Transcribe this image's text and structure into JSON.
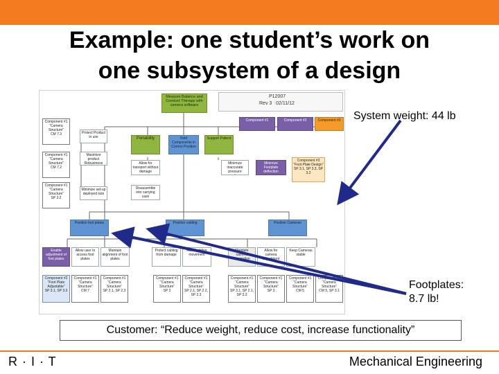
{
  "slide": {
    "title_line1": "Example: one student’s work on",
    "title_line2": "one subsystem of a design",
    "accent_color": "#f47c20"
  },
  "diagram": {
    "header_code": "P12007",
    "revision": "Rev 3",
    "date": "02/11/12",
    "top_need": "Measure Balance and Conduct Therapy with camera software",
    "component_legend": [
      "Component #1",
      "Component #2",
      "Component #3"
    ],
    "functions": {
      "protect_product": "Protect Product in use",
      "maximize_robustness": "Maximize product Robustness",
      "minimize_setup": "Minimize set-up deployed size",
      "portability": "Portability",
      "allow_transport": "Allow for transport without damage",
      "disassemble": "Disassemble into carrying case",
      "hold_components": "Hold Components in Correct Position",
      "support_patient": "Support Patient",
      "minimize_noise": "Minimize inaccurate pressure readings",
      "minimize_footplate": "Minimize Footplate deflection",
      "position_foot_plates": "Position foot plates",
      "position_cabling": "Position cabling",
      "position_cameras": "Position Cameras",
      "enable_adjustment": "Enable adjustment of foot plates",
      "allow_user_access": "Allow user to access foot plates",
      "maintain_alignment": "Maintain alignment of foot plates",
      "protect_cabling": "Protect cabling from damage",
      "allow_cabling_movement": "Allow cabling movement",
      "keep_cameras_stable": "Keep Cameras stable",
      "allow_camera_adjustment": "Allow for camera adjustment",
      "maintain_camera_orientation": "Maintain camera orientation"
    },
    "component_cards": {
      "c1_camera_structure": "Component #1 “Camera Structure”",
      "c2_foot_plate_adjustable": "Component #2 “Foot Plate Adjustable”",
      "c3_foot_plate_design": "Component #3 “Foot Plate Design”",
      "cm_codes": [
        "CM 7.3",
        "CM 7.2",
        "SP 2.2"
      ],
      "bottom_codes": [
        "SP 3.1, SP 3.3",
        "CM 7",
        "SP 2.1, SP 2.3",
        "SP 2",
        "SP 2.1, SP 2.2, SP 2.3",
        "SP 3.1, SP 2.1, SP 3.3",
        "SP 3",
        "CM 5",
        "CM 5, SP 3.1"
      ],
      "c3_codes": "SP 3.1, SP 3.3, SP 3.2"
    }
  },
  "callouts": {
    "system_weight": "System weight: 44 lb",
    "footplates_line1": "Footplates:",
    "footplates_line2": "8.7 lb!"
  },
  "customer_quote": "Customer: “Reduce weight, reduce cost, increase functionality”",
  "footer": {
    "left": "R · I · T",
    "right": "Mechanical Engineering"
  }
}
